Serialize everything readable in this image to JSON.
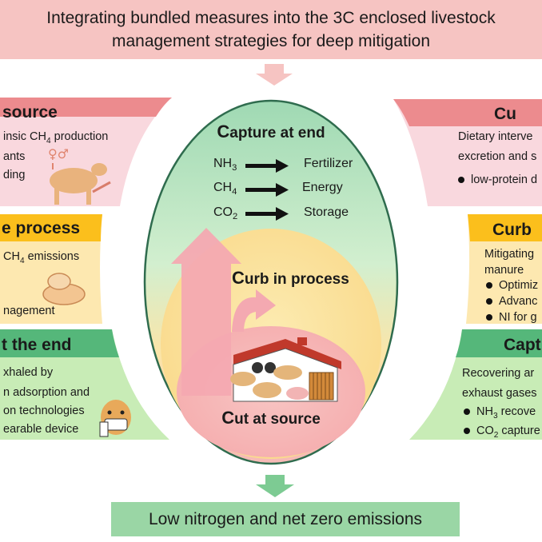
{
  "header": {
    "line1": "Integrating bundled measures into the 3C enclosed livestock",
    "line2": "management strategies for deep mitigation"
  },
  "footer": {
    "text": "Low nitrogen and net zero emissions"
  },
  "left": {
    "cut": {
      "title": "source",
      "line1": "insic CH",
      "line1_sub": "4",
      "line1_rest": " production",
      "line2": "ants",
      "line3": "ding"
    },
    "curb": {
      "title": "e process",
      "line1": "CH",
      "line1_sub": "4",
      "line1_rest": " emissions",
      "line2": "nagement"
    },
    "capture": {
      "title": "t the end",
      "line1": "xhaled by",
      "line2": "n adsorption and",
      "line3": "on technologies",
      "line4": "earable device"
    }
  },
  "right": {
    "cut": {
      "title": "Cu",
      "line1": "Dietary  interve",
      "line2": "excretion and s",
      "bullet1": "low-protein d"
    },
    "curb": {
      "title": "Curb",
      "line1": "Mitigating",
      "line2": "manure",
      "bullet1": "Optimiz",
      "bullet2": "Advanc",
      "bullet3": "NI for g"
    },
    "capture": {
      "title": "Capt",
      "line1": "Recovering ar",
      "line2": "exhaust gases",
      "bullet1_pre": "NH",
      "bullet1_sub": "3",
      "bullet1_rest": " recove",
      "bullet2_pre": "CO",
      "bullet2_sub": "2",
      "bullet2_rest": " capture"
    }
  },
  "oval": {
    "capture_cap": "C",
    "capture_rest": "apture at end",
    "curb_cap": "C",
    "curb_rest": "urb in process",
    "cut_cap": "C",
    "cut_rest": "ut at source",
    "rows": [
      {
        "gas": "NH",
        "sub": "3",
        "product": "Fertilizer"
      },
      {
        "gas": "CH",
        "sub": "4",
        "product": "Energy"
      },
      {
        "gas": "CO",
        "sub": "2",
        "product": "Storage"
      }
    ]
  },
  "colors": {
    "header_bg": "#f6c4c2",
    "footer_bg": "#9ad6a5",
    "cut_title": "#ec8b8e",
    "cut_body": "#f9d8de",
    "curb_title": "#fbbf1c",
    "curb_body": "#fde8b0",
    "capture_title": "#55b77a",
    "capture_body": "#c8ecb6"
  },
  "icons": [
    "down-arrow-icon",
    "cow-icon",
    "gender-symbols-icon",
    "syringe-icon",
    "manure-pile-icon",
    "cow-with-device-icon",
    "barn-icon",
    "cattle-group-icon",
    "pig-icon",
    "upward-arrow-icon",
    "curved-arrow-icon"
  ]
}
